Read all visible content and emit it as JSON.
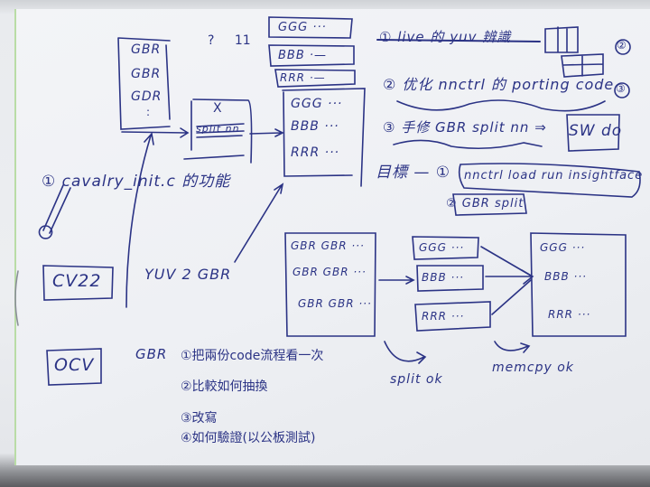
{
  "ink_color": "#2b3385",
  "top_diagram": {
    "input_rows": [
      "GBR",
      "GBR",
      "GDR",
      ":"
    ],
    "marks": "? 11",
    "split_box": {
      "cross": "X",
      "label": "split nn"
    },
    "split_planes": [
      "GGG ···",
      "BBB ·—",
      "RRR ·—"
    ],
    "output_rows": [
      "GGG ···",
      "BBB ···",
      "RRR ···"
    ]
  },
  "cavalry_note": "① cavalry_init.c 的功能",
  "side_boxes": [
    "CV22",
    "OCV"
  ],
  "yuv_label": "YUV 2 GBR",
  "bottom_diagram": {
    "input_rows": [
      "GBR GBR ···",
      "GBR GBR ···",
      "GBR GBR ···"
    ],
    "planes": [
      "GGG ···",
      "BBB ···",
      "RRR ···"
    ],
    "output_rows": [
      "GGG ···",
      "BBB ···",
      "RRR ···"
    ],
    "split_label": "split ok",
    "memcpy_label": "memcpy ok"
  },
  "gbr_steps": {
    "label": "GBR",
    "items": [
      "①把兩份code流程看一次",
      "②比較如何抽換",
      "③改寫",
      "④如何驗證(以公板測試)"
    ]
  },
  "todo": {
    "item1": "① live 的 yuv 辨識",
    "item1_mark": "②",
    "item2": "② 优化 nnctrl 的 porting code",
    "item2_mark": "③",
    "item3": "③ 手修 GBR split nn ⇒",
    "sw_box": "SW do",
    "goal_label": "目標 — ①",
    "goal1": "nnctrl load run insightface",
    "goal2": "② GBR split"
  }
}
